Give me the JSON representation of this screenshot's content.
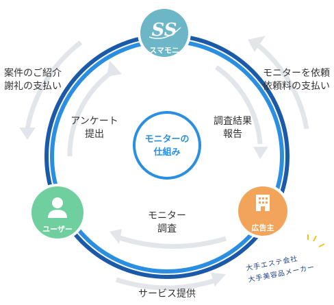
{
  "nodes": {
    "top": {
      "label": "スマモニ",
      "icon": "ss-logo-icon",
      "color": "#6cb6c8"
    },
    "left": {
      "label": "ユーザー",
      "icon": "person-icon",
      "color": "#6fcf9e"
    },
    "right": {
      "label": "広告主",
      "icon": "building-icon",
      "color": "#f2a45a"
    }
  },
  "center": {
    "line1": "モニターの",
    "line2": "仕組み"
  },
  "flows": {
    "outer_left": {
      "line1": "案件のご紹介",
      "line2": "謝礼の支払い"
    },
    "outer_right": {
      "line1": "モニターを依頼",
      "line2": "依頼料の支払い"
    },
    "inner_left": {
      "line1": "アンケート",
      "line2": "提出"
    },
    "inner_right": {
      "line1": "調査結果",
      "line2": "報告"
    },
    "inner_bottom": {
      "line1": "モニター",
      "line2": "調査"
    },
    "outer_bottom": {
      "label": "サービス提供"
    }
  },
  "note": {
    "line1": "大手エステ会社",
    "line2": "大手美容品メーカー"
  },
  "colors": {
    "outer_ring": "#1b5aa8",
    "inner_ring": "#2a8fe0",
    "arrow": "#e2e6ea"
  }
}
